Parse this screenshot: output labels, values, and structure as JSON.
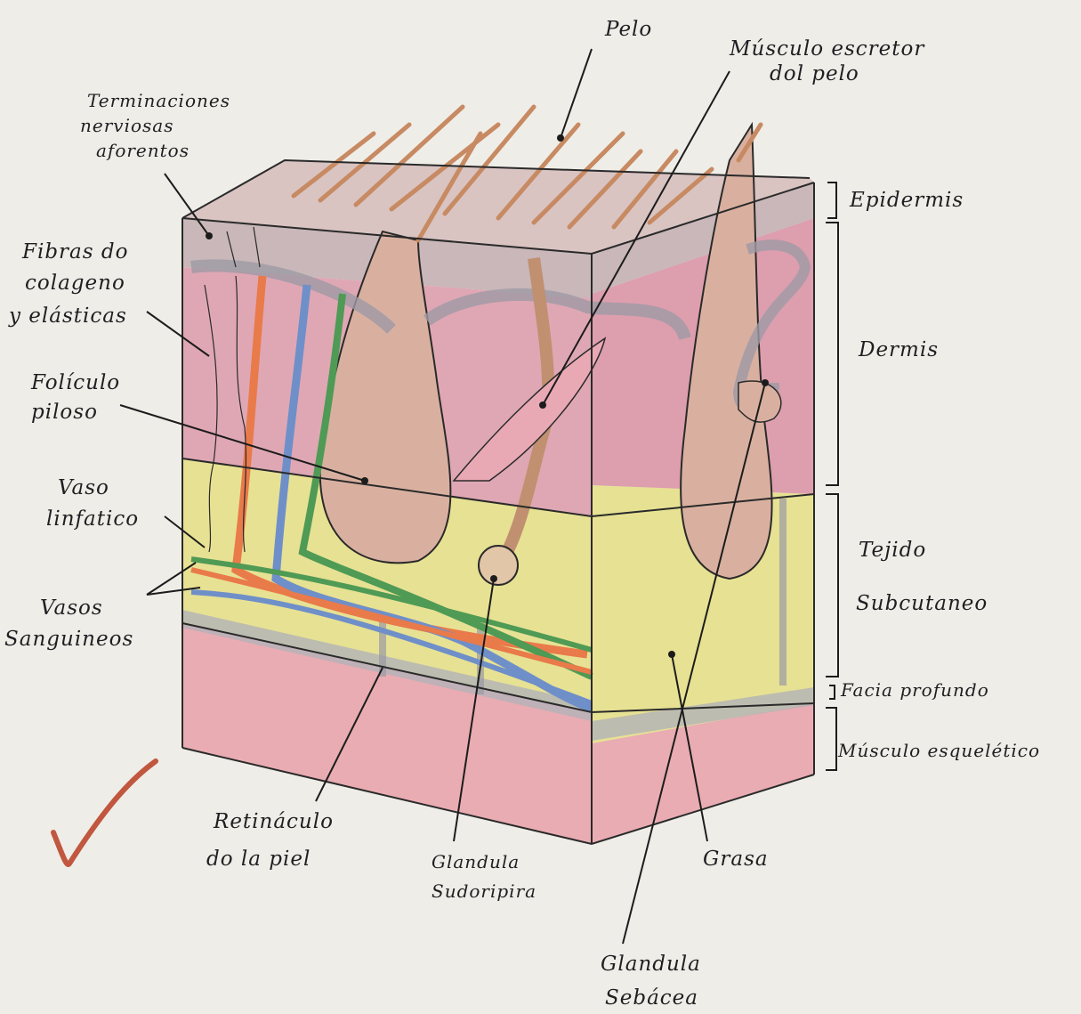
{
  "labels": {
    "pelo": "Pelo",
    "musculo_erector": [
      "Músculo escretor",
      "dol pelo"
    ],
    "terminaciones": [
      "Terminaciones",
      "nerviosas",
      "aforentos"
    ],
    "fibras": [
      "Fibras do",
      "colageno",
      "y elásticas"
    ],
    "foliculo": [
      "Folículo",
      "piloso"
    ],
    "vaso_linfatico": [
      "Vaso",
      "linfatico"
    ],
    "vasos_sanguineos": [
      "Vasos",
      "Sanguineos"
    ],
    "retinaculo": [
      "Retináculo",
      "do la piel"
    ],
    "glandula_sudoripara": [
      "Glandula",
      "Sudoripira"
    ],
    "grasa": "Grasa",
    "glandula_sebacea": [
      "Glandula",
      "Sebácea"
    ],
    "epidermis": "Epidermis",
    "dermis": "Dermis",
    "tejido_subcutaneo": [
      "Tejido",
      "Subcutaneo"
    ],
    "facia_profunda": "Facia profundo",
    "musculo_esqueletico": "Músculo esquelético"
  },
  "colors": {
    "paper": "#efede8",
    "epidermis": "#c9b7b9",
    "dermis": "#d98fa3",
    "subcutaneous": "#e6df8a",
    "muscle": "#e8a0a8",
    "hair": "#c78a62",
    "artery": "#e97a4a",
    "vein": "#6f8fc9",
    "lymph": "#4f9a55",
    "check": "#c0573e"
  }
}
